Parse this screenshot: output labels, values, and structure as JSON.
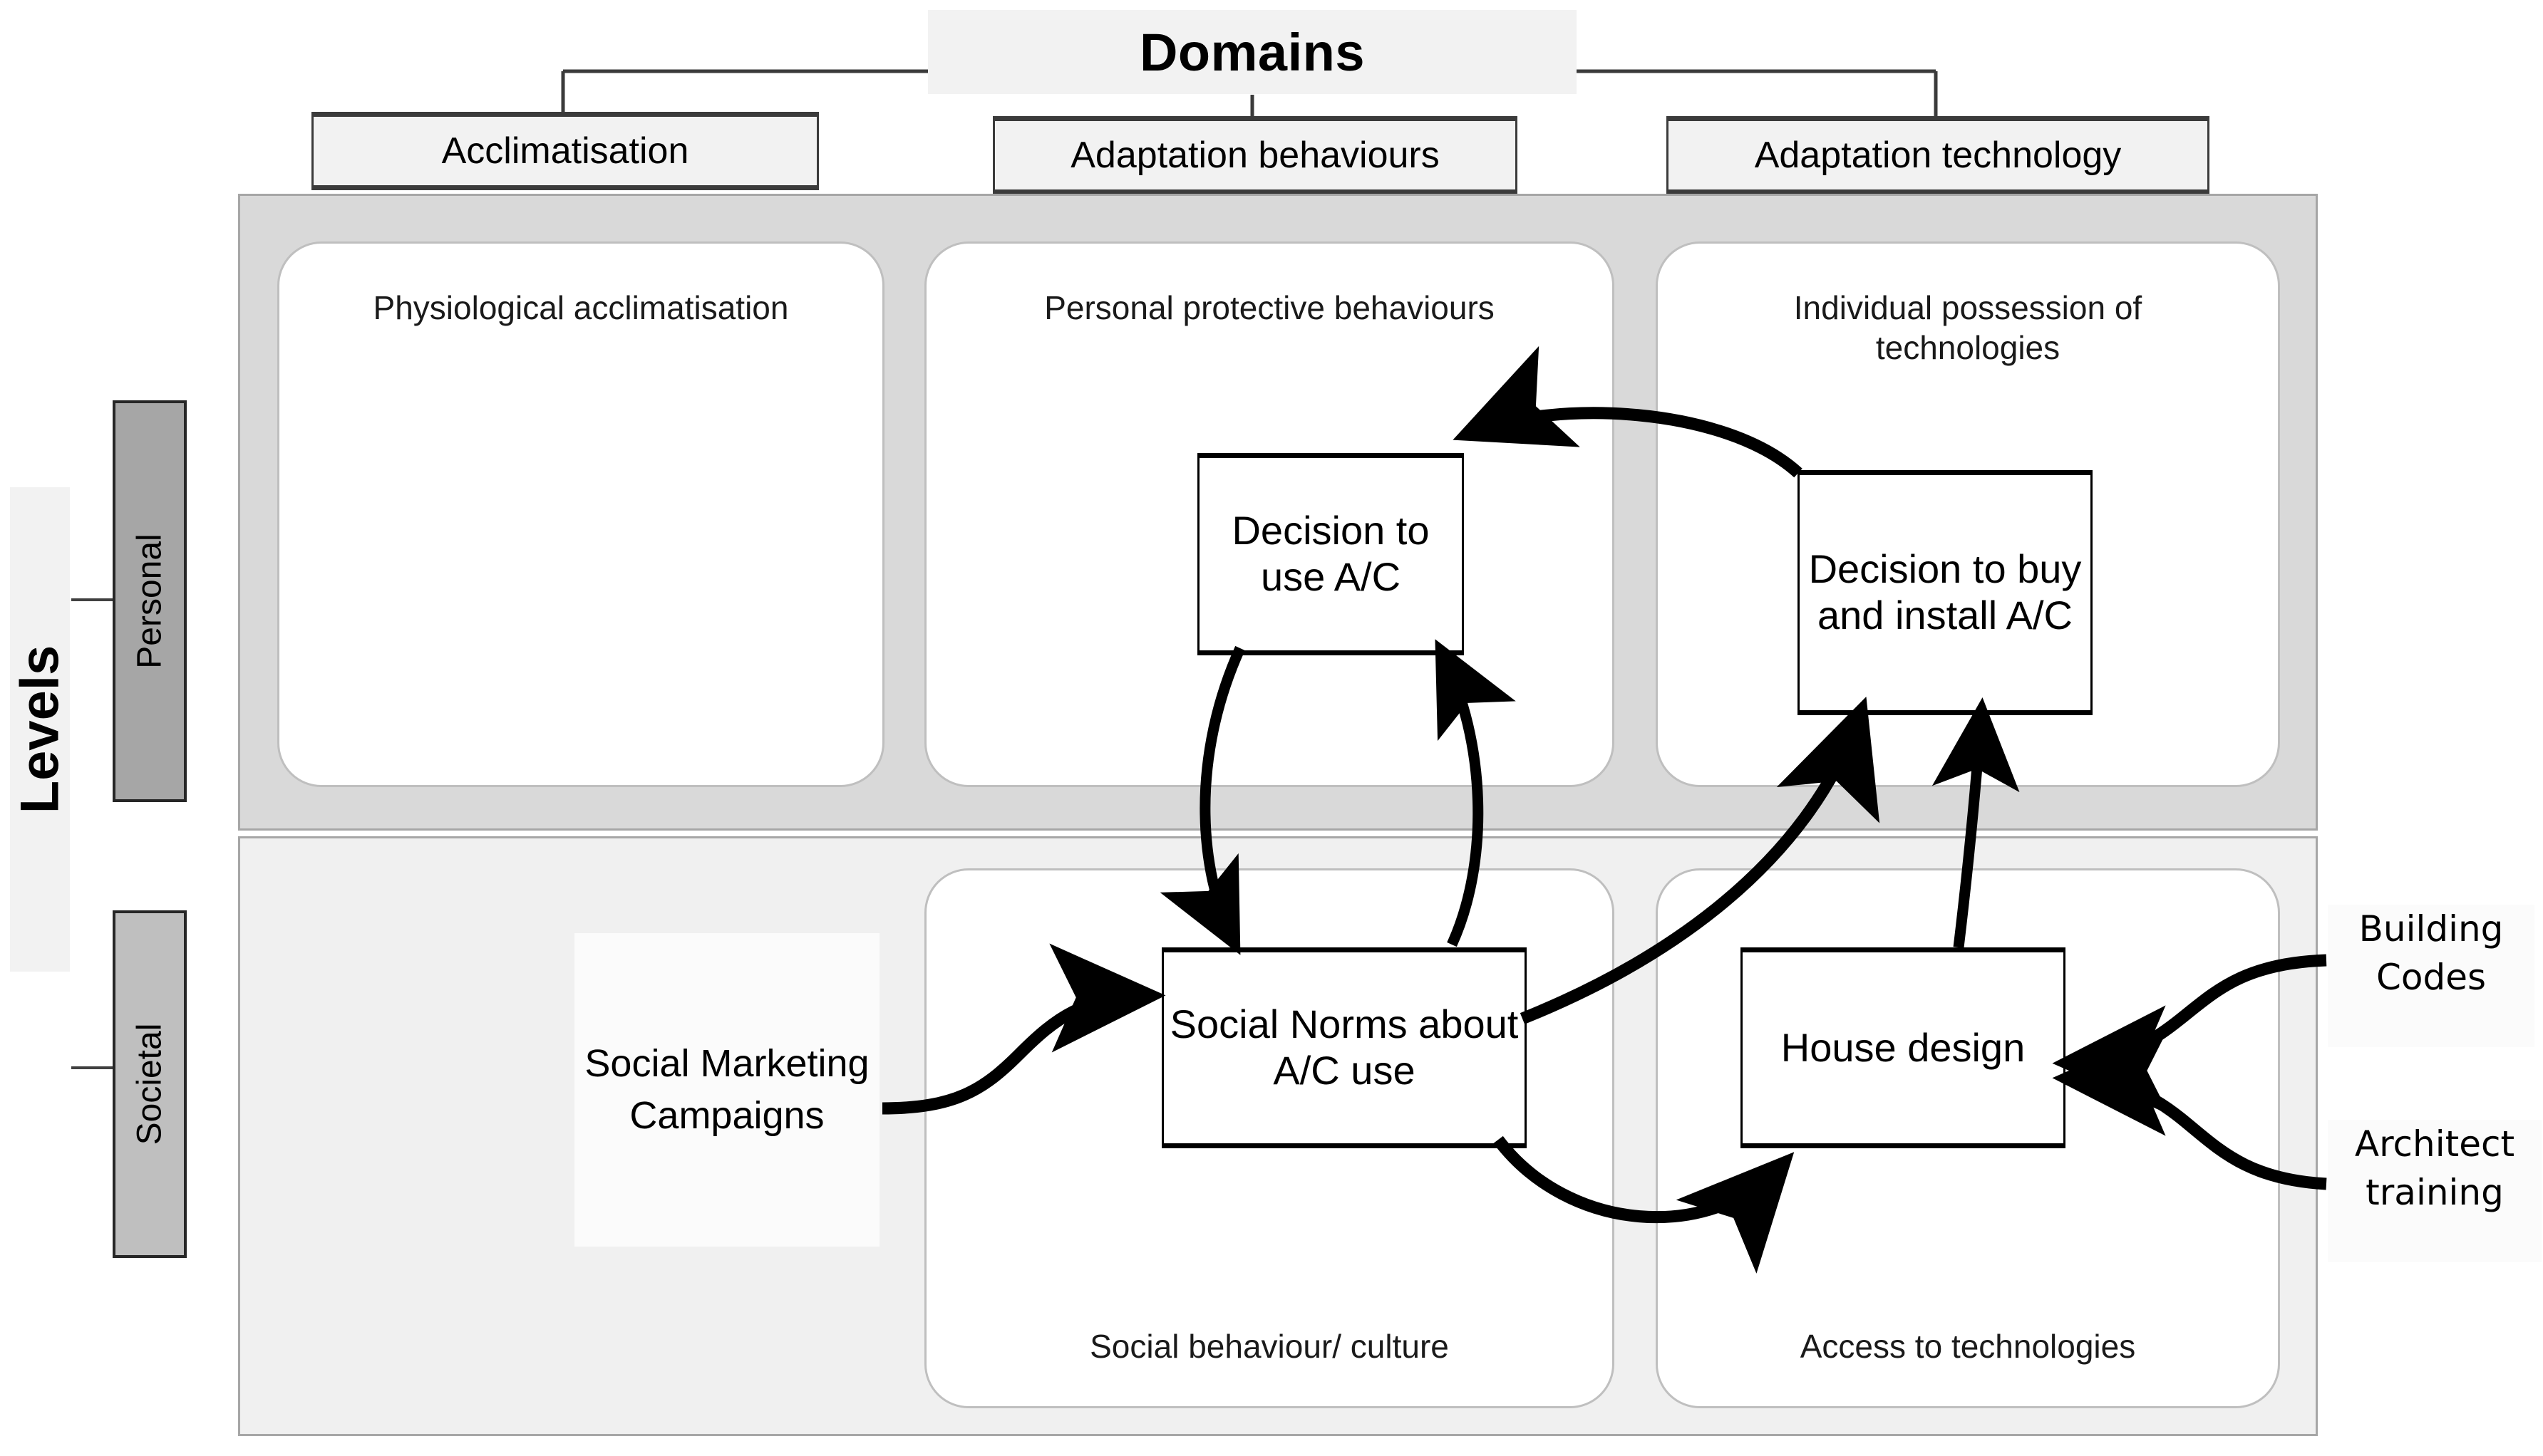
{
  "header": {
    "title": "Domains",
    "domains": [
      {
        "label": "Acclimatisation"
      },
      {
        "label": "Adaptation behaviours"
      },
      {
        "label": "Adaptation technology"
      }
    ]
  },
  "side": {
    "title": "Levels",
    "levels": [
      {
        "label": "Personal"
      },
      {
        "label": "Societal"
      }
    ]
  },
  "matrix": {
    "personal": {
      "acclimatisation": "Physiological acclimatisation",
      "behaviours": "Personal protective behaviours",
      "technology": "Individual possession of technologies"
    },
    "societal": {
      "behaviours": "Social behaviour/ culture",
      "technology": "Access to technologies"
    }
  },
  "nodes": {
    "decision_use": "Decision to use A/C",
    "decision_buy": "Decision to buy and install A/C",
    "social_norms": "Social Norms about A/C use",
    "house_design": "House design"
  },
  "external": {
    "social_marketing": "Social Marketing Campaigns",
    "building_codes": "Building Codes",
    "architect_training": "Architect training"
  },
  "colors": {
    "personal_row_bg": "#d9d9d9",
    "societal_row_bg": "#f0f0f0",
    "personal_level_bg": "#a6a6a6",
    "societal_level_bg": "#bfbfbf",
    "title_bg": "#f2f2f2",
    "line": "#000000"
  },
  "chart_data": {
    "type": "diagram",
    "title": "Domains x Levels adaptation framework",
    "axes": {
      "columns": [
        "Acclimatisation",
        "Adaptation behaviours",
        "Adaptation technology"
      ],
      "rows": [
        "Personal",
        "Societal"
      ]
    },
    "cells": [
      {
        "row": "Personal",
        "column": "Acclimatisation",
        "label": "Physiological acclimatisation",
        "nodes": []
      },
      {
        "row": "Personal",
        "column": "Adaptation behaviours",
        "label": "Personal protective behaviours",
        "nodes": [
          "Decision to use A/C"
        ]
      },
      {
        "row": "Personal",
        "column": "Adaptation technology",
        "label": "Individual possession of technologies",
        "nodes": [
          "Decision to buy and install A/C"
        ]
      },
      {
        "row": "Societal",
        "column": "Acclimatisation",
        "label": "",
        "nodes": []
      },
      {
        "row": "Societal",
        "column": "Adaptation behaviours",
        "label": "Social behaviour/ culture",
        "nodes": [
          "Social Norms about A/C use"
        ]
      },
      {
        "row": "Societal",
        "column": "Adaptation technology",
        "label": "Access to technologies",
        "nodes": [
          "House design"
        ]
      }
    ],
    "edges": [
      {
        "from": "Decision to buy and install A/C",
        "to": "Decision to use A/C",
        "style": "curved-arrow"
      },
      {
        "from": "Decision to use A/C",
        "to": "Social Norms about A/C use",
        "style": "curved-arrow"
      },
      {
        "from": "Social Norms about A/C use",
        "to": "Decision to use A/C",
        "style": "curved-arrow"
      },
      {
        "from": "Social Norms about A/C use",
        "to": "Decision to buy and install A/C",
        "style": "curved-arrow"
      },
      {
        "from": "Social Norms about A/C use",
        "to": "House design",
        "style": "curved-arrow"
      },
      {
        "from": "House design",
        "to": "Decision to buy and install A/C",
        "style": "curved-arrow"
      },
      {
        "from": "Social Marketing Campaigns",
        "to": "Social Norms about A/C use",
        "style": "curved-arrow"
      },
      {
        "from": "Building Codes",
        "to": "House design",
        "style": "curved-arrow"
      },
      {
        "from": "Architect training",
        "to": "House design",
        "style": "curved-arrow"
      }
    ]
  }
}
